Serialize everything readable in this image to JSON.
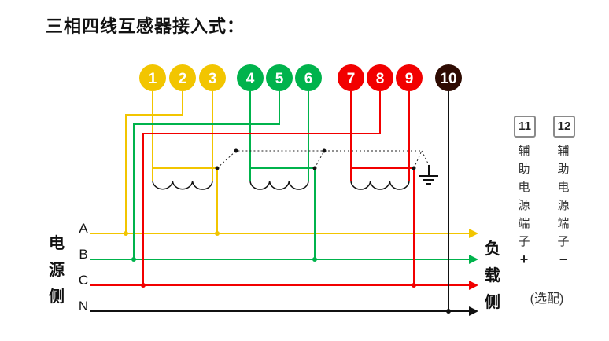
{
  "title": "三相四线互感器接入式：",
  "terminals": [
    {
      "label": "1",
      "color": "#F2C500"
    },
    {
      "label": "2",
      "color": "#F2C500"
    },
    {
      "label": "3",
      "color": "#F2C500"
    },
    {
      "label": "4",
      "color": "#00B34C"
    },
    {
      "label": "5",
      "color": "#00B34C"
    },
    {
      "label": "6",
      "color": "#00B34C"
    },
    {
      "label": "7",
      "color": "#F20000"
    },
    {
      "label": "8",
      "color": "#F20000"
    },
    {
      "label": "9",
      "color": "#F20000"
    },
    {
      "label": "10",
      "color": "#2E0B02"
    }
  ],
  "colors": {
    "phase_a": "#F2C500",
    "phase_b": "#00B34C",
    "phase_c": "#F20000",
    "neutral": "#111111"
  },
  "source_side": {
    "label": "电源侧",
    "phases": [
      "A",
      "B",
      "C",
      "N"
    ]
  },
  "load_side": {
    "label": "负载侧"
  },
  "aux": {
    "t11_number": "11",
    "t11_text": "辅助电源端子",
    "t11_sign": "+",
    "t12_number": "12",
    "t12_text": "辅助电源端子",
    "t12_sign": "−",
    "optional_note": "(选配)"
  }
}
